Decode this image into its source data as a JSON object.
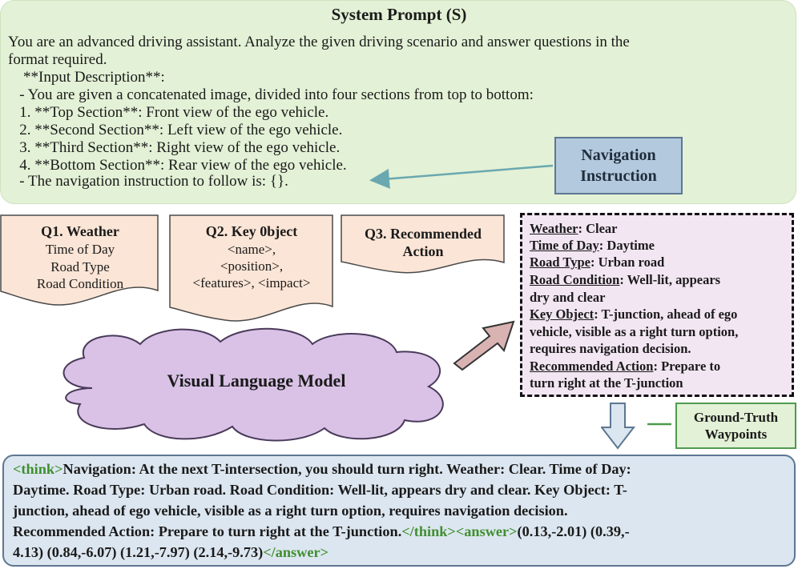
{
  "system_prompt": {
    "title": "System Prompt (S)",
    "lines": [
      "You are an advanced driving assistant. Analyze the given driving scenario and answer questions in the",
      "format required.",
      "    **Input Description**:",
      "   - You are given a concatenated image, divided into four sections from top to bottom:",
      "   1. **Top Section**: Front view of the ego vehicle.",
      "   2. **Second Section**: Left view of the ego vehicle.",
      "   3. **Third Section**: Right view of the ego vehicle.",
      "   4. **Bottom Section**: Rear view of the ego vehicle.",
      "   - The navigation instruction to follow is: {}."
    ]
  },
  "navigation_instruction": {
    "line1": "Navigation",
    "line2": "Instruction"
  },
  "questions": {
    "q1": {
      "title": "Q1. Weather",
      "items": [
        "Time of Day",
        "Road Type",
        "Road Condition"
      ]
    },
    "q2": {
      "title": "Q2. Key 0bject",
      "items": [
        "<name>,",
        "<position>,",
        "<features>, <impact>"
      ]
    },
    "q3": {
      "title_line1": "Q3. Recommended",
      "title_line2": "Action"
    }
  },
  "model": {
    "label": "Visual Language Model"
  },
  "output": {
    "weather_key": "Weather",
    "weather_val": ": Clear",
    "time_key": "Time of Day",
    "time_val": ": Daytime",
    "road_type_key": "Road Type",
    "road_type_val": ": Urban road",
    "road_cond_key": "Road Condition",
    "road_cond_val": ": Well-lit, appears",
    "road_cond_cont": "dry and clear",
    "key_obj_key": "Key Object",
    "key_obj_val": ": T-junction, ahead of ego",
    "key_obj_cont1": "vehicle, visible as a right turn option,",
    "key_obj_cont2": "requires navigation decision.",
    "rec_key": "Recommended Action",
    "rec_val": ": Prepare to",
    "rec_cont": "turn right at the T-junction"
  },
  "ground_truth": {
    "line1": "Ground-Truth",
    "line2": "Waypoints"
  },
  "answer": {
    "think_open": "<think>",
    "line1_text": "Navigation: At the next T-intersection, you should turn right. Weather: Clear. Time of Day:",
    "line2": "Daytime. Road Type: Urban road. Road Condition: Well-lit, appears dry and clear. Key Object: T-",
    "line3": "junction, ahead of ego vehicle, visible as a right turn option, requires navigation decision.",
    "line4_text": "Recommended Action: Prepare to turn right at the T-junction.",
    "think_close": "</think>",
    "answer_open": "<answer>",
    "line4_tail": "(0.13,-2.01) (0.39,-",
    "line5_text": "4.13) (0.84,-6.07) (1.21,-7.97) (2.14,-9.73)",
    "answer_close": "</answer>"
  },
  "colors": {
    "prompt_bg": "#e3f1d6",
    "nav_bg": "#b3c9dd",
    "question_bg": "#fbe5d6",
    "output_bg": "#f3e6f3",
    "cloud_bg": "#d9c2e6",
    "answer_bg": "#dce6f0",
    "tag_green": "#3f8f2f"
  }
}
